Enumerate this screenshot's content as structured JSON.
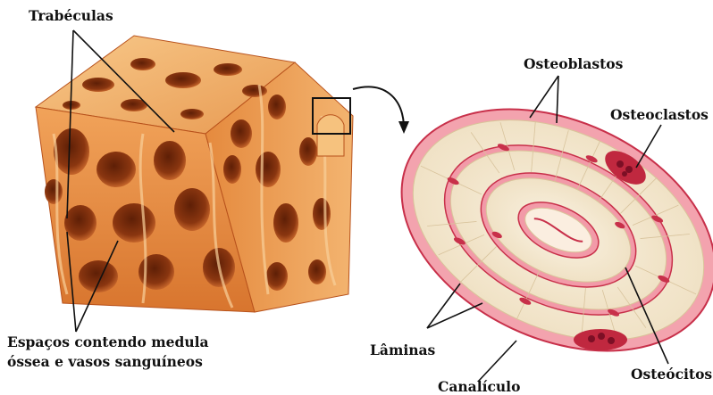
{
  "labels": {
    "trabeculas": "Trabéculas",
    "espacos_line1": "Espaços contendo medula",
    "espacos_line2": "óssea e vasos sanguíneos",
    "osteoblastos": "Osteoblastos",
    "osteoclastos": "Osteoclastos",
    "laminas": "Lâminas",
    "canaliculo": "Canalículo",
    "osteocitos": "Osteócitos"
  },
  "colors": {
    "bone_light": "#f4b06a",
    "bone_mid": "#e58a3e",
    "bone_dark": "#b8521c",
    "cavity": "#7a2e0c",
    "lamina_fill": "#f6ecd8",
    "cell_pink": "#f08a9c",
    "cell_red": "#c8304a",
    "osteoclast": "#b81e40"
  }
}
